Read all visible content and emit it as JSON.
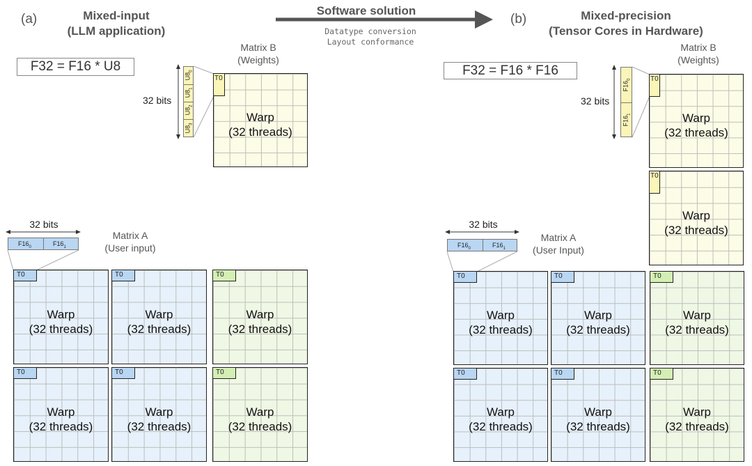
{
  "top": {
    "arrow_title": "Software solution",
    "arrow_line1": "Datatype conversion",
    "arrow_line2": "Layout conformance"
  },
  "panel_a": {
    "label": "(a)",
    "title_line1": "Mixed-input",
    "title_line2": "(LLM application)",
    "equation": "F32 = F16 * U8",
    "matrix_b_line1": "Matrix B",
    "matrix_b_line2": "(Weights)",
    "b_bits": "32 bits",
    "b_regs": [
      "U8",
      "U8",
      "U8",
      "U8"
    ],
    "b_reg_subs": [
      "0",
      "1",
      "2",
      "3"
    ],
    "a_bits": "32 bits",
    "a_regs": [
      "F16",
      "F16"
    ],
    "a_reg_subs": [
      "0",
      "1"
    ],
    "matrix_a_line1": "Matrix A",
    "matrix_a_line2": "(User input)"
  },
  "panel_b": {
    "label": "(b)",
    "title_line1": "Mixed-precision",
    "title_line2": "(Tensor Cores in Hardware)",
    "equation": "F32 = F16 * F16",
    "matrix_b_line1": "Matrix B",
    "matrix_b_line2": "(Weights)",
    "b_bits": "32 bits",
    "b_regs": [
      "F16",
      "F16"
    ],
    "b_reg_subs": [
      "0",
      "1"
    ],
    "a_bits": "32 bits",
    "a_regs": [
      "F16",
      "F16"
    ],
    "a_reg_subs": [
      "0",
      "1"
    ],
    "matrix_a_line1": "Matrix A",
    "matrix_a_line2": "(User Input)"
  },
  "warp": {
    "line1": "Warp",
    "line2": "(32 threads)",
    "thread_chip": "T0"
  },
  "colors": {
    "yellow_fill": "#fdfce6",
    "yellow_chip": "#fbf5b8",
    "blue_fill": "#e6f1fb",
    "blue_chip": "#b9d6f3",
    "green_fill": "#eff8e4",
    "green_chip": "#d4efb4",
    "grid_line": "#bdbdbd",
    "border": "#222222",
    "arrow": "#555555"
  }
}
